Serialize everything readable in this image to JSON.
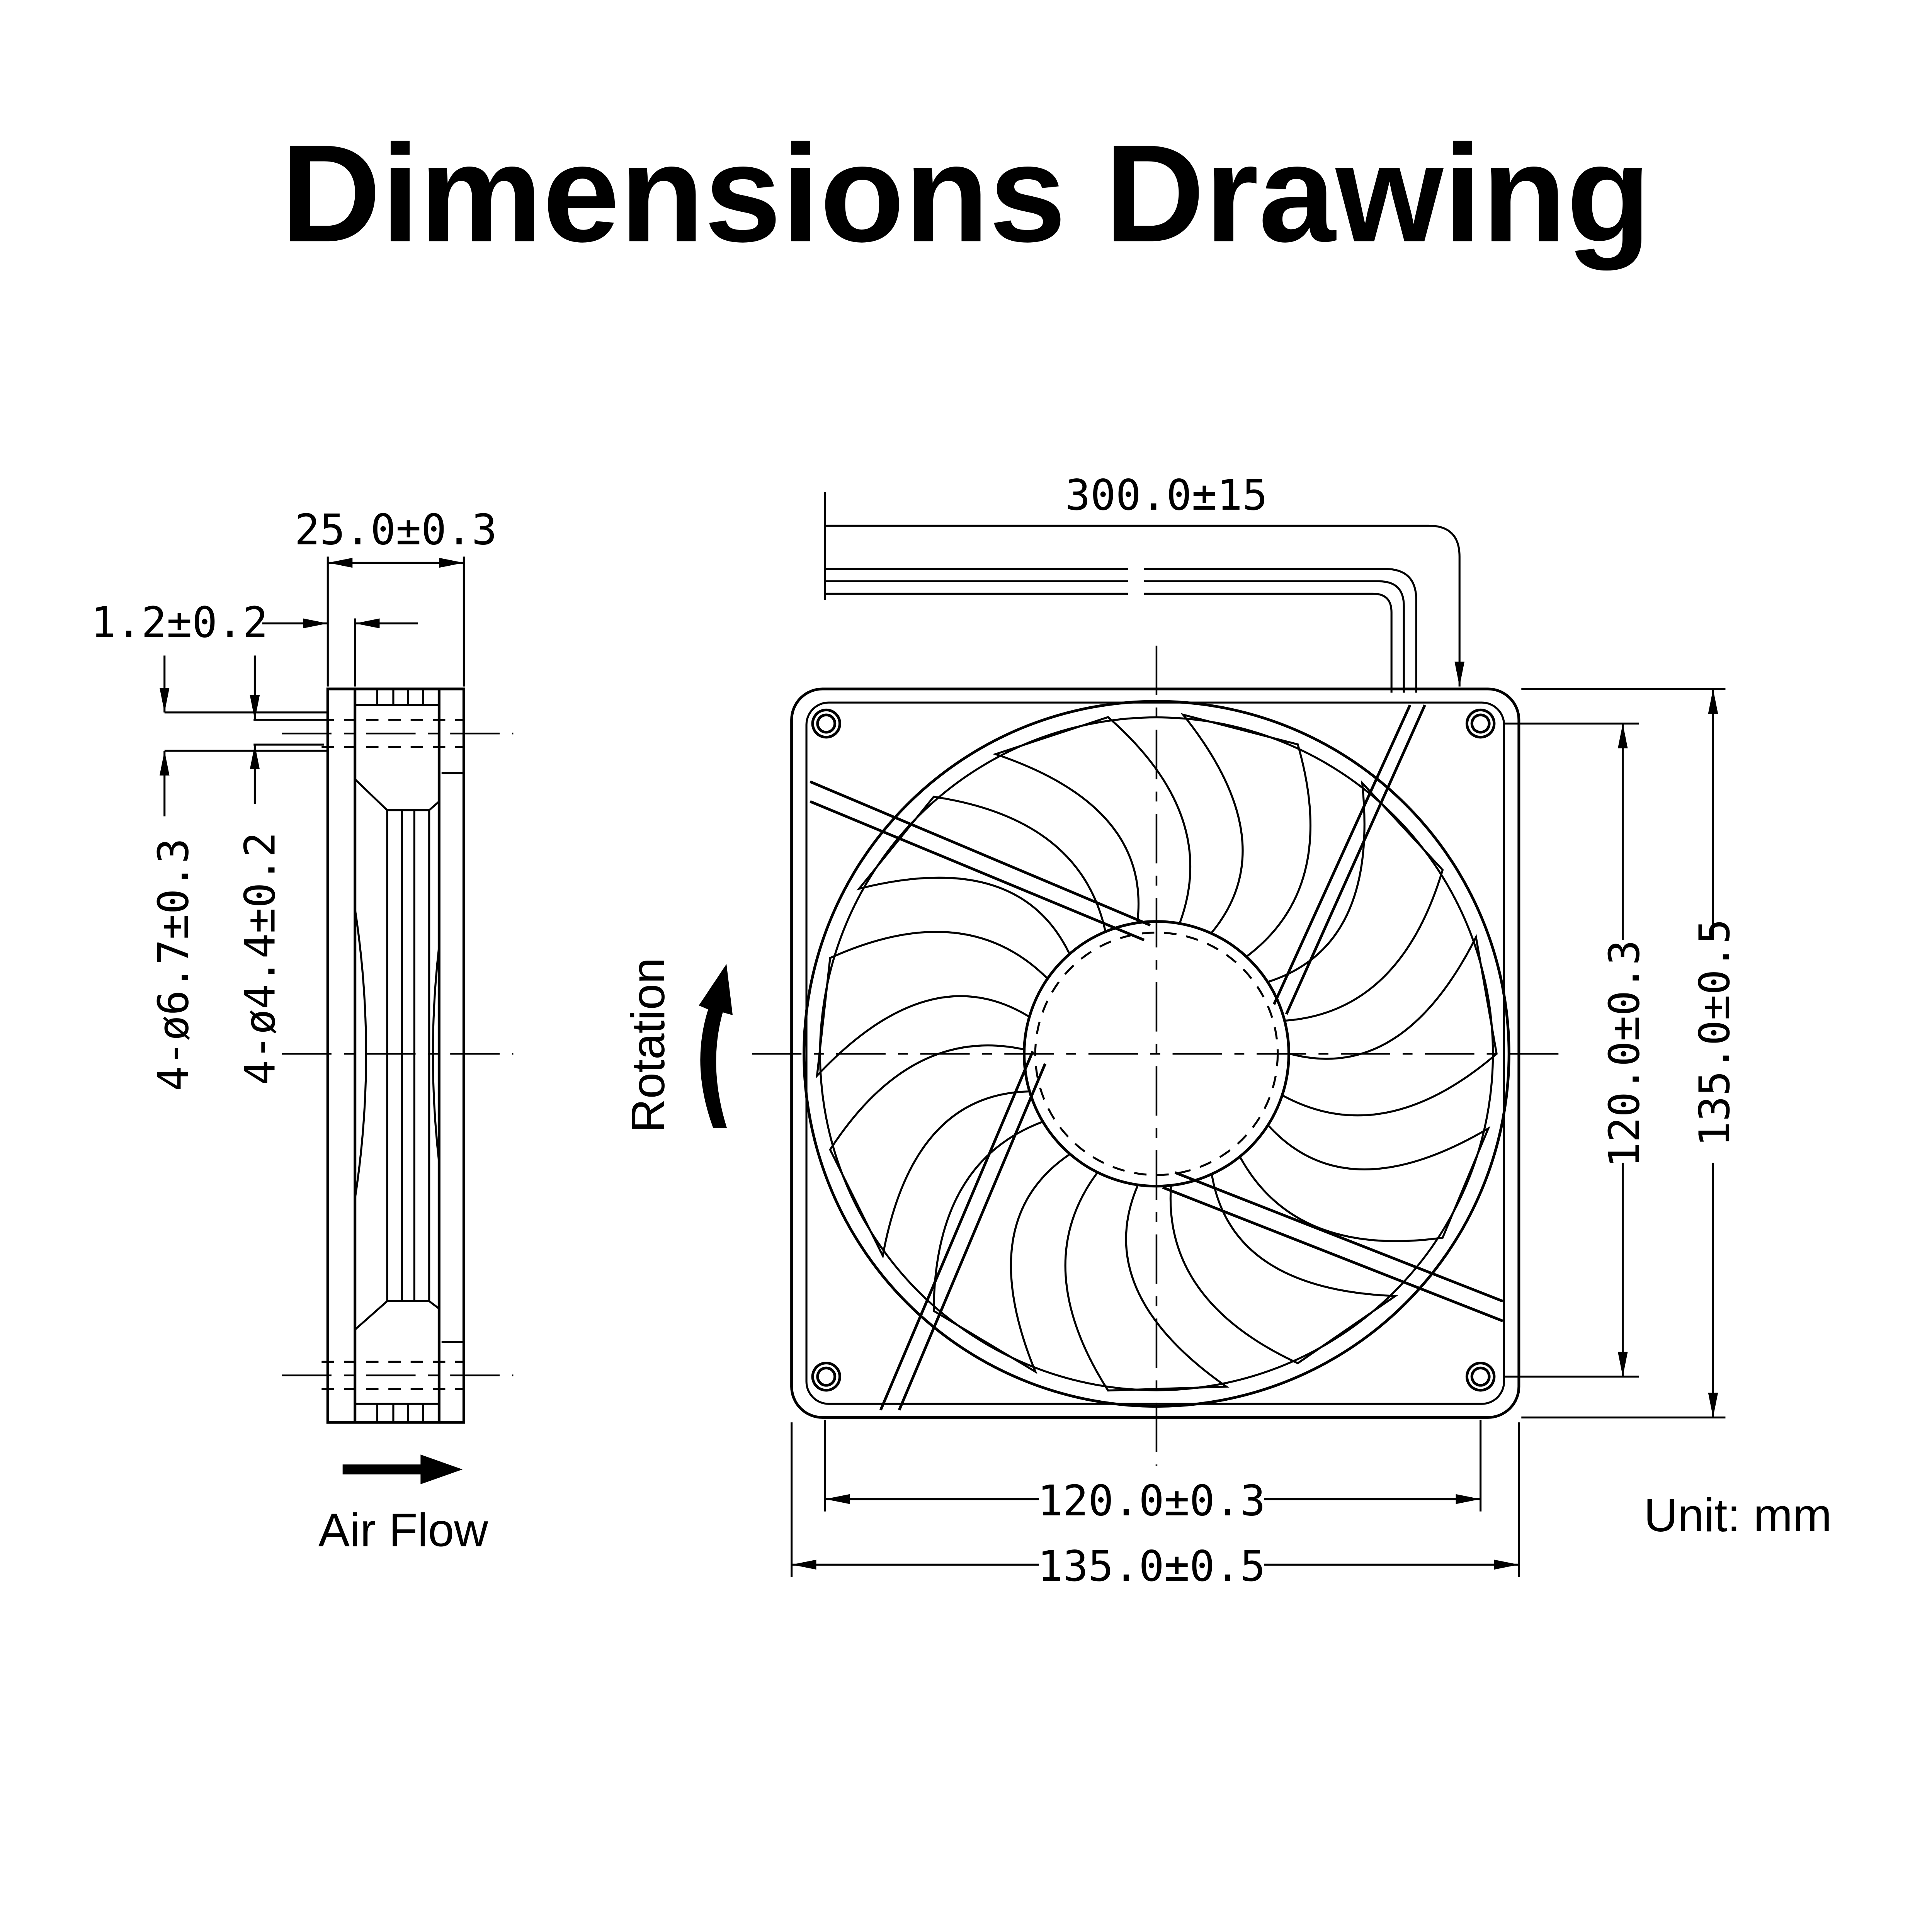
{
  "title": "Dimensions Drawing",
  "side_view": {
    "depth": "25.0±0.3",
    "flange": "1.2±0.2",
    "outer_hole": "4-ø6.7±0.3",
    "inner_hole": "4-ø4.4±0.2",
    "airflow_label": "Air Flow"
  },
  "front_view": {
    "cable_length": "300.0±15",
    "hole_spacing_h": "120.0±0.3",
    "frame_width": "135.0±0.5",
    "hole_spacing_v": "120.0±0.3",
    "frame_height": "135.0±0.5",
    "rotation_label": "Rotation"
  },
  "unit": "Unit: mm"
}
